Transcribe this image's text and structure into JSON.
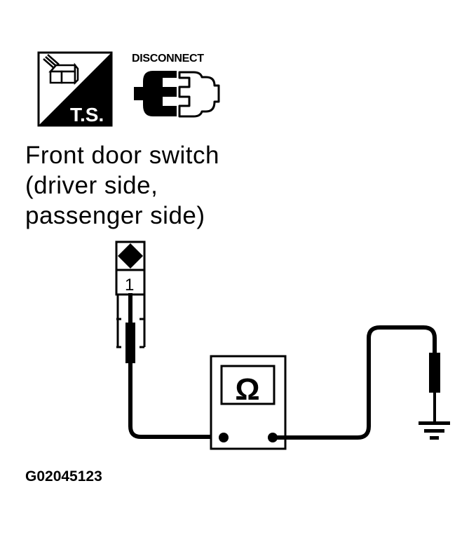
{
  "icons": {
    "test_symbol": {
      "name": "ts-icon",
      "label": "T.S."
    },
    "disconnect": {
      "name": "disconnect-connector-icon",
      "label": "DISCONNECT"
    }
  },
  "title": {
    "lines": [
      "Front door switch",
      "(driver side,",
      "passenger side)"
    ]
  },
  "connector": {
    "pin_number": "1",
    "terminal_marker": "diamond"
  },
  "meter": {
    "symbol": "Ω",
    "type": "ohmmeter"
  },
  "ground": {
    "symbol": "ground"
  },
  "figure_id": "G02045123",
  "colors": {
    "ink": "#000000",
    "background": "#ffffff"
  }
}
